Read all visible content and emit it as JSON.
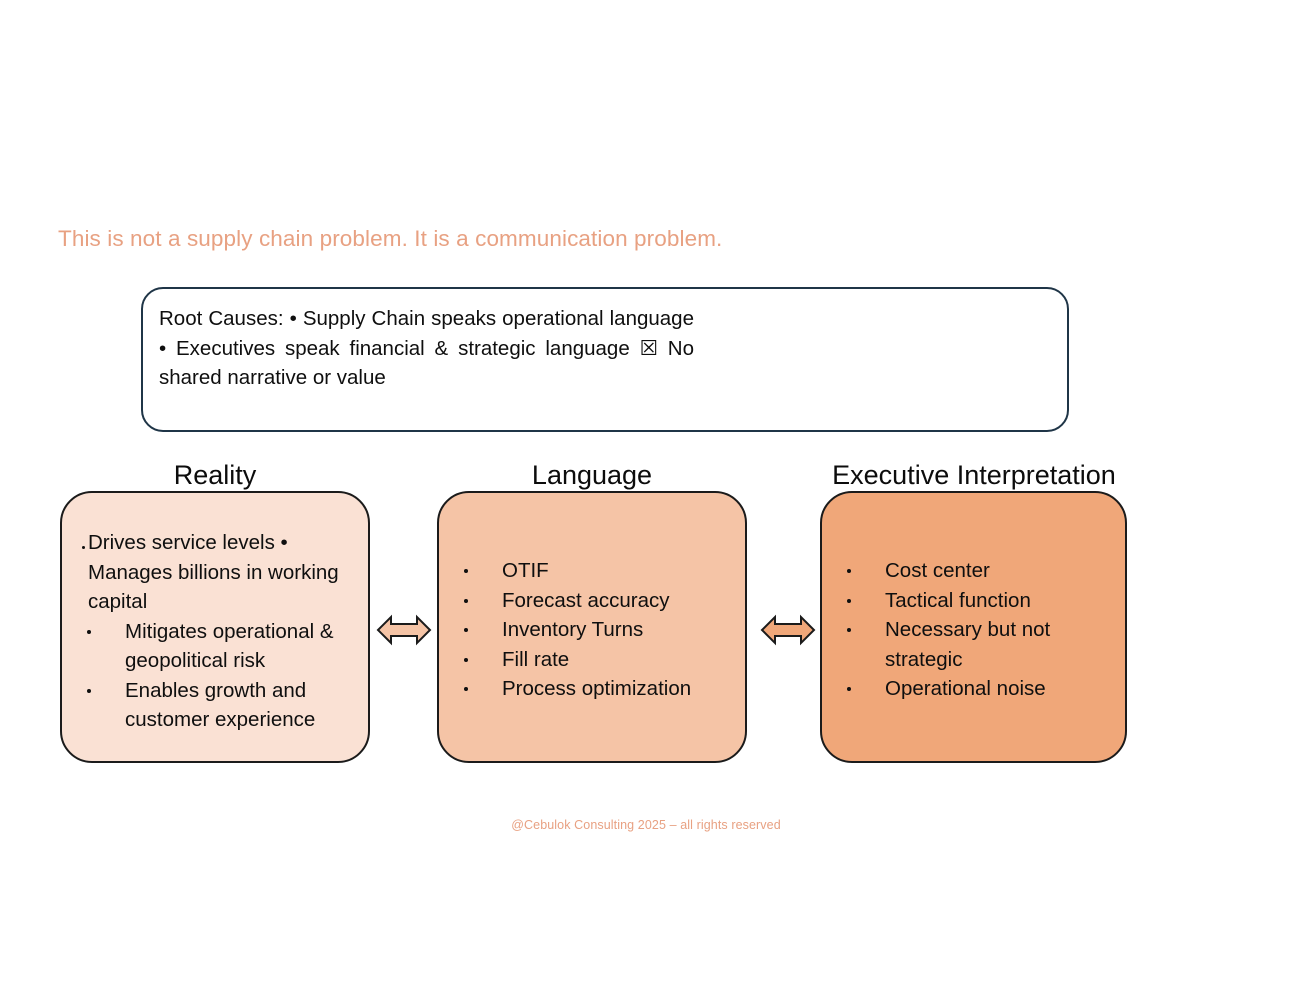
{
  "slide": {
    "headline": "This is not a supply chain problem. It is a communication problem.",
    "headline_color": "#E8A182",
    "background_color": "#FFFFFF",
    "footer": "@Cebulok Consulting 2025 – all rights reserved",
    "footer_color": "#E8A182"
  },
  "root_causes": {
    "text": "Root Causes: • Supply Chain speaks operational language • Executives speak financial & strategic language ☒ No shared narrative or value",
    "border_color": "#1F3547",
    "fill_color": "#FFFFFF"
  },
  "columns": [
    {
      "id": "reality",
      "title": "Reality",
      "fill_color": "#FAE1D4",
      "border_color": "#1B1B1B",
      "lead": "Drives service levels • Manages billions in working capital",
      "bullets": [
        "Mitigates operational & geopolitical risk",
        "Enables growth and customer experience"
      ]
    },
    {
      "id": "language",
      "title": "Language",
      "fill_color": "#F5C4A6",
      "border_color": "#1B1B1B",
      "lead": "",
      "bullets": [
        "OTIF",
        "Forecast accuracy",
        "Inventory Turns",
        "Fill rate",
        "Process optimization"
      ]
    },
    {
      "id": "exec",
      "title": "Executive Interpretation",
      "fill_color": "#F0A779",
      "border_color": "#1B1B1B",
      "lead": "",
      "bullets": [
        "Cost center",
        "Tactical function",
        "Necessary but not strategic",
        "Operational noise"
      ]
    }
  ],
  "arrows": [
    {
      "id": "arrow-reality-language",
      "direction": "double-horizontal",
      "fill_color": "#F5C4A6",
      "stroke_color": "#1B1B1B"
    },
    {
      "id": "arrow-language-exec",
      "direction": "double-horizontal",
      "fill_color": "#F0A779",
      "stroke_color": "#1B1B1B"
    }
  ]
}
